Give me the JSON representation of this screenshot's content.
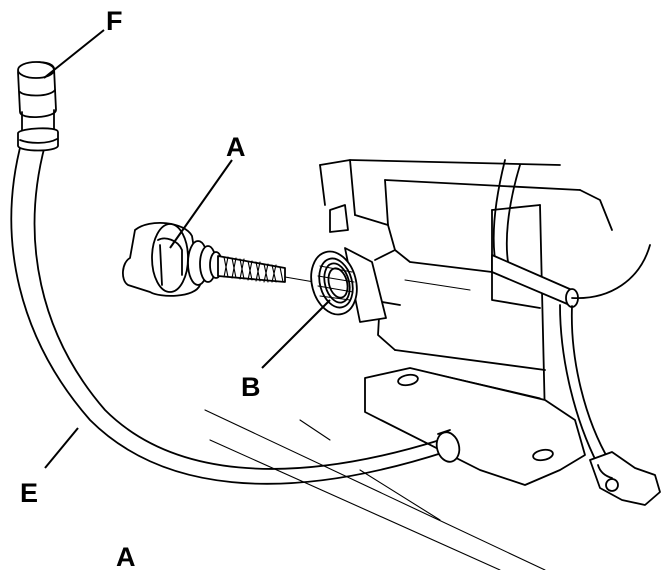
{
  "diagram": {
    "labels": {
      "f": "F",
      "a_top": "A",
      "b": "B",
      "e": "E",
      "a_bottom": "A"
    },
    "ink_color": "#000000",
    "background_color": "#ffffff"
  }
}
